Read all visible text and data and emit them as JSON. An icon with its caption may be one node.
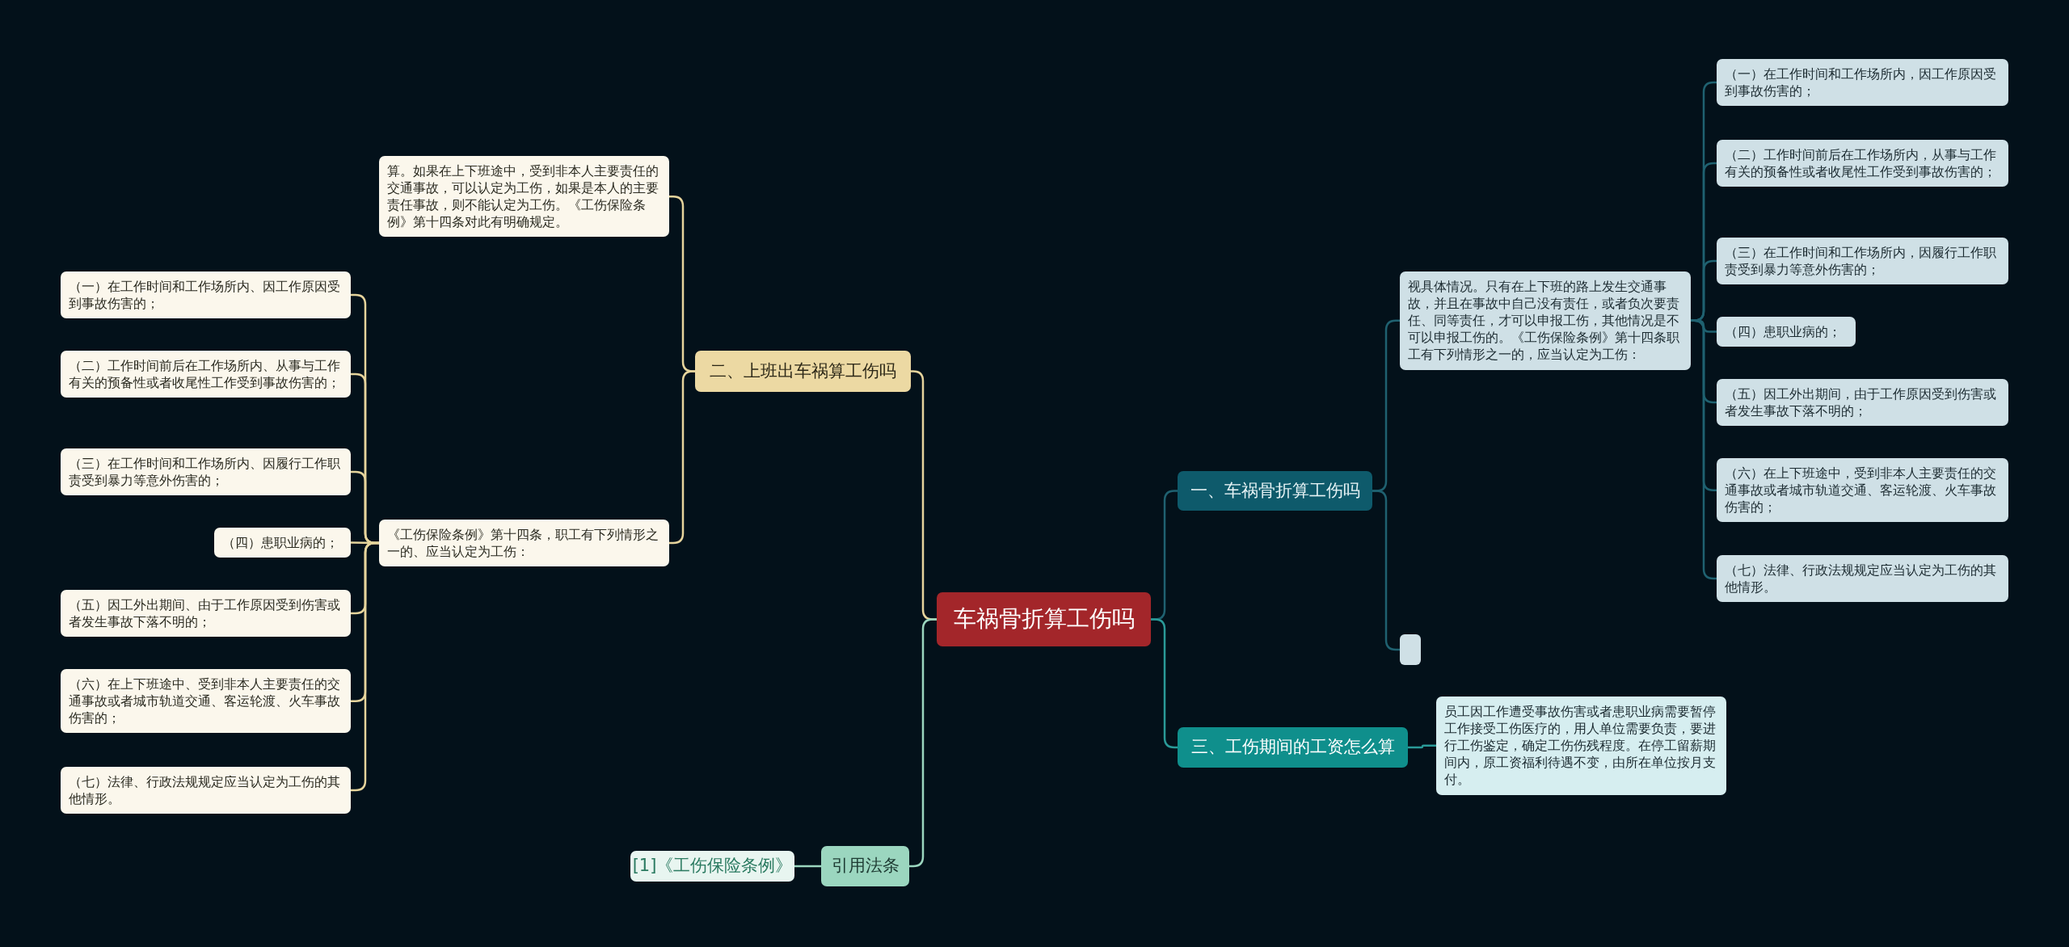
{
  "diagram": {
    "nodes": [
      {
        "text": [
          "车祸骨折算工伤吗"
        ]
      },
      {
        "text": [
          "一、车祸骨折算工伤吗"
        ]
      },
      {
        "text": [
          "视具体情况。只有在上下班的路上发生交通事故，并且在事故中自己没有责任，或者负次要责任、同等责任，才可以申报工伤，其他情况是不可以申报工伤的。《工伤保险条例》第十四条职工有下列情形之一的，应当认定为工伤："
        ]
      },
      {
        "text": [
          "（一）在工作时间和工作场所内，因工作原因受到事故伤害的；"
        ]
      },
      {
        "text": [
          "（二）工作时间前后在工作场所内，从事与工作有关的预备性或者收尾性工作受到事故伤害的；"
        ]
      },
      {
        "text": [
          "（三）在工作时间和工作场所内，因履行工作职责受到暴力等意外伤害的；"
        ]
      },
      {
        "text": [
          "（四）患职业病的；"
        ]
      },
      {
        "text": [
          "（五）因工外出期间，由于工作原因受到伤害或者发生事故下落不明的；"
        ]
      },
      {
        "text": [
          "（六）在上下班途中，受到非本人主要责任的交通事故或者城市轨道交通、客运轮渡、火车事故伤害的；"
        ]
      },
      {
        "text": [
          "（七）法律、行政法规规定应当认定为工伤的其他情形。"
        ]
      },
      {
        "text": [],
        "shape": "box"
      },
      {
        "text": [
          "二、上班出车祸算工伤吗"
        ]
      },
      {
        "text": [
          "算。如果在上下班途中，受到非本人主要责任的交通事故，可以认定为工伤，如果是本人的主要责任事故，则不能认定为工伤。《工伤保险条例》第十四条对此有明确规定。"
        ]
      },
      {
        "text": [
          "《工伤保险条例》第十四条，职工有下列情形之一的、应当认定为工伤："
        ]
      },
      {
        "text": [
          "（一）在工作时间和工作场所内、因工作原因受到事故伤害的；"
        ]
      },
      {
        "text": [
          "（二）工作时间前后在工作场所内、从事与工作有关的预备性或者收尾性工作受到事故伤害的；"
        ]
      },
      {
        "text": [
          "（三）在工作时间和工作场所内、因履行工作职责受到暴力等意外伤害的；"
        ]
      },
      {
        "text": [
          "（四）患职业病的；"
        ]
      },
      {
        "text": [
          "（五）因工外出期间、由于工作原因受到伤害或者发生事故下落不明的；"
        ]
      },
      {
        "text": [
          "（六）在上下班途中、受到非本人主要责任的交通事故或者城市轨道交通、客运轮渡、火车事故伤害的；"
        ]
      },
      {
        "text": [
          "（七）法律、行政法规规定应当认定为工伤的其他情形。"
        ]
      },
      {
        "text": [
          "三、工伤期间的工资怎么算"
        ]
      },
      {
        "text": [
          "员工因工作遭受事故伤害或者患职业病需要暂停工作接受工伤医疗的，用人单位需要负责，要进行工伤鉴定，确定工伤伤残程度。在停工留薪期间内，原工资福利待遇不变，由所在单位按月支付。"
        ]
      },
      {
        "text": [
          "引用法条"
        ]
      },
      {
        "text": [
          "[1]《工伤保险条例》"
        ]
      }
    ],
    "edges": [
      {
        "from": 0,
        "to": 1,
        "arrow": "none",
        "color": "#1f6170"
      },
      {
        "from": 1,
        "to": 2,
        "arrow": "none",
        "color": "#1f6170"
      },
      {
        "from": 2,
        "to": 3,
        "arrow": "none",
        "color": "#1f6170"
      },
      {
        "from": 2,
        "to": 4,
        "arrow": "none",
        "color": "#1f6170"
      },
      {
        "from": 2,
        "to": 5,
        "arrow": "none",
        "color": "#1f6170"
      },
      {
        "from": 2,
        "to": 6,
        "arrow": "none",
        "color": "#1f6170"
      },
      {
        "from": 2,
        "to": 7,
        "arrow": "none",
        "color": "#1f6170"
      },
      {
        "from": 2,
        "to": 8,
        "arrow": "none",
        "color": "#1f6170"
      },
      {
        "from": 2,
        "to": 9,
        "arrow": "none",
        "color": "#1f6170"
      },
      {
        "from": 1,
        "to": 10,
        "arrow": "none",
        "color": "#1f6170"
      },
      {
        "from": 0,
        "to": 11,
        "arrow": "none",
        "color": "#e6d49c"
      },
      {
        "from": 11,
        "to": 12,
        "arrow": "none",
        "color": "#e6d49c"
      },
      {
        "from": 11,
        "to": 13,
        "arrow": "none",
        "color": "#e6d49c"
      },
      {
        "from": 13,
        "to": 14,
        "arrow": "none",
        "color": "#e6d49c"
      },
      {
        "from": 13,
        "to": 15,
        "arrow": "none",
        "color": "#e6d49c"
      },
      {
        "from": 13,
        "to": 16,
        "arrow": "none",
        "color": "#e6d49c"
      },
      {
        "from": 13,
        "to": 17,
        "arrow": "none",
        "color": "#e6d49c"
      },
      {
        "from": 13,
        "to": 18,
        "arrow": "none",
        "color": "#e6d49c"
      },
      {
        "from": 13,
        "to": 19,
        "arrow": "none",
        "color": "#e6d49c"
      },
      {
        "from": 13,
        "to": 20,
        "arrow": "none",
        "color": "#e6d49c"
      },
      {
        "from": 0,
        "to": 21,
        "arrow": "none",
        "color": "#2a9a98"
      },
      {
        "from": 21,
        "to": 22,
        "arrow": "none",
        "color": "#2a9a98"
      },
      {
        "from": 0,
        "to": 23,
        "arrow": "none",
        "color": "#9bd6bf"
      },
      {
        "from": 23,
        "to": 24,
        "arrow": "none",
        "color": "#9bd6bf"
      }
    ]
  }
}
